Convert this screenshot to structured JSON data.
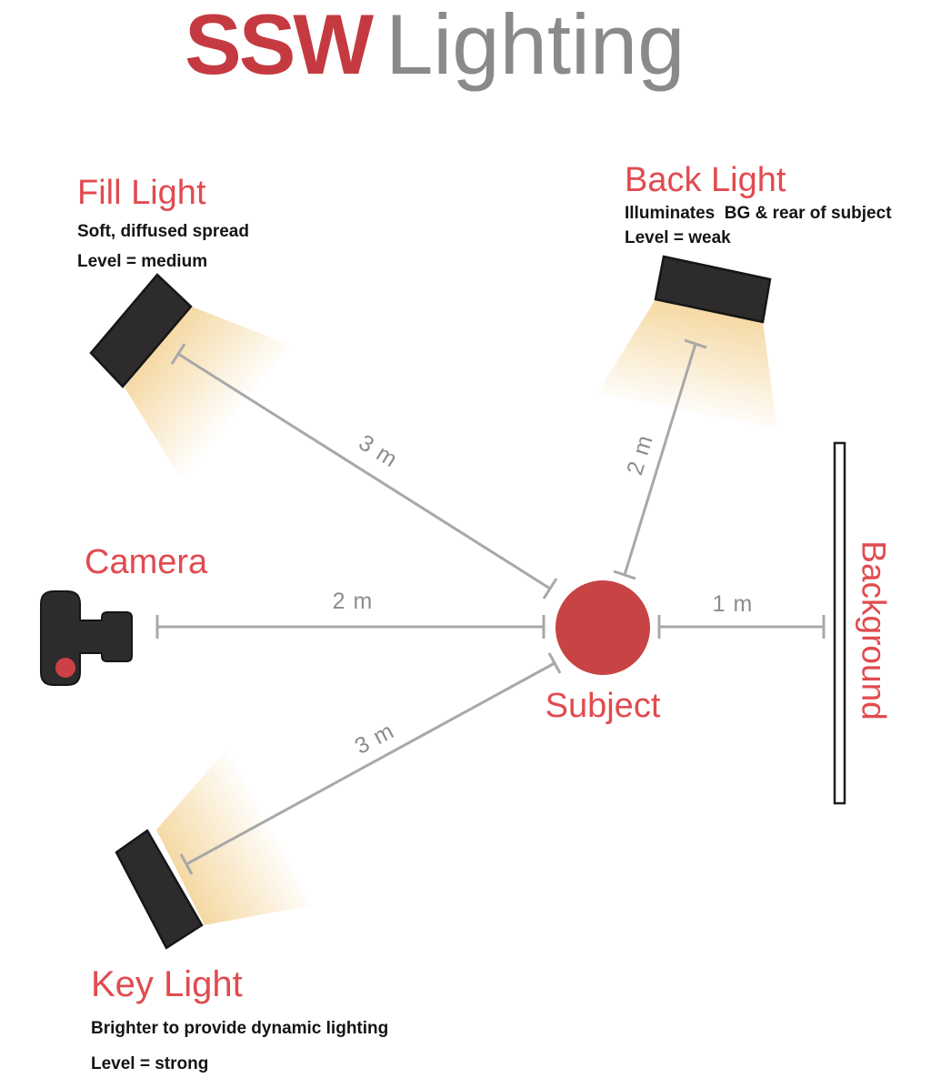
{
  "title": {
    "brand": "SSW",
    "product": "Lighting"
  },
  "lights": {
    "fill": {
      "name": "Fill Light",
      "desc1": "Soft, diffused spread",
      "desc2": "Level = medium",
      "distance": "3 m"
    },
    "back": {
      "name": "Back Light",
      "desc1": "Illuminates  BG & rear of subject",
      "desc2": "Level = weak",
      "distance": "2 m"
    },
    "key": {
      "name": "Key Light",
      "desc1": "Brighter to provide dynamic lighting",
      "desc2": "Level = strong",
      "distance": "3 m"
    }
  },
  "camera": {
    "label": "Camera",
    "distance": "2 m"
  },
  "subject": {
    "label": "Subject"
  },
  "background": {
    "label": "Background",
    "distance": "1 m"
  },
  "colors": {
    "brand_red": "#C53A40",
    "title_gray": "#8A8A8A",
    "heading_red": "#E14B4F",
    "text_black": "#141414",
    "fixture_dark": "#2D2B2B",
    "fixture_stroke": "#161616",
    "beam_warm": "#F5D9A4",
    "beam_fade": "#FFFFFF",
    "subject_red": "#C84343",
    "shutter_red": "#CC4046",
    "line_gray": "#A8A8A8",
    "measure_gray": "#8C8C8C",
    "panel_white": "#FFFFFF",
    "panel_stroke": "#1E1E1E"
  }
}
